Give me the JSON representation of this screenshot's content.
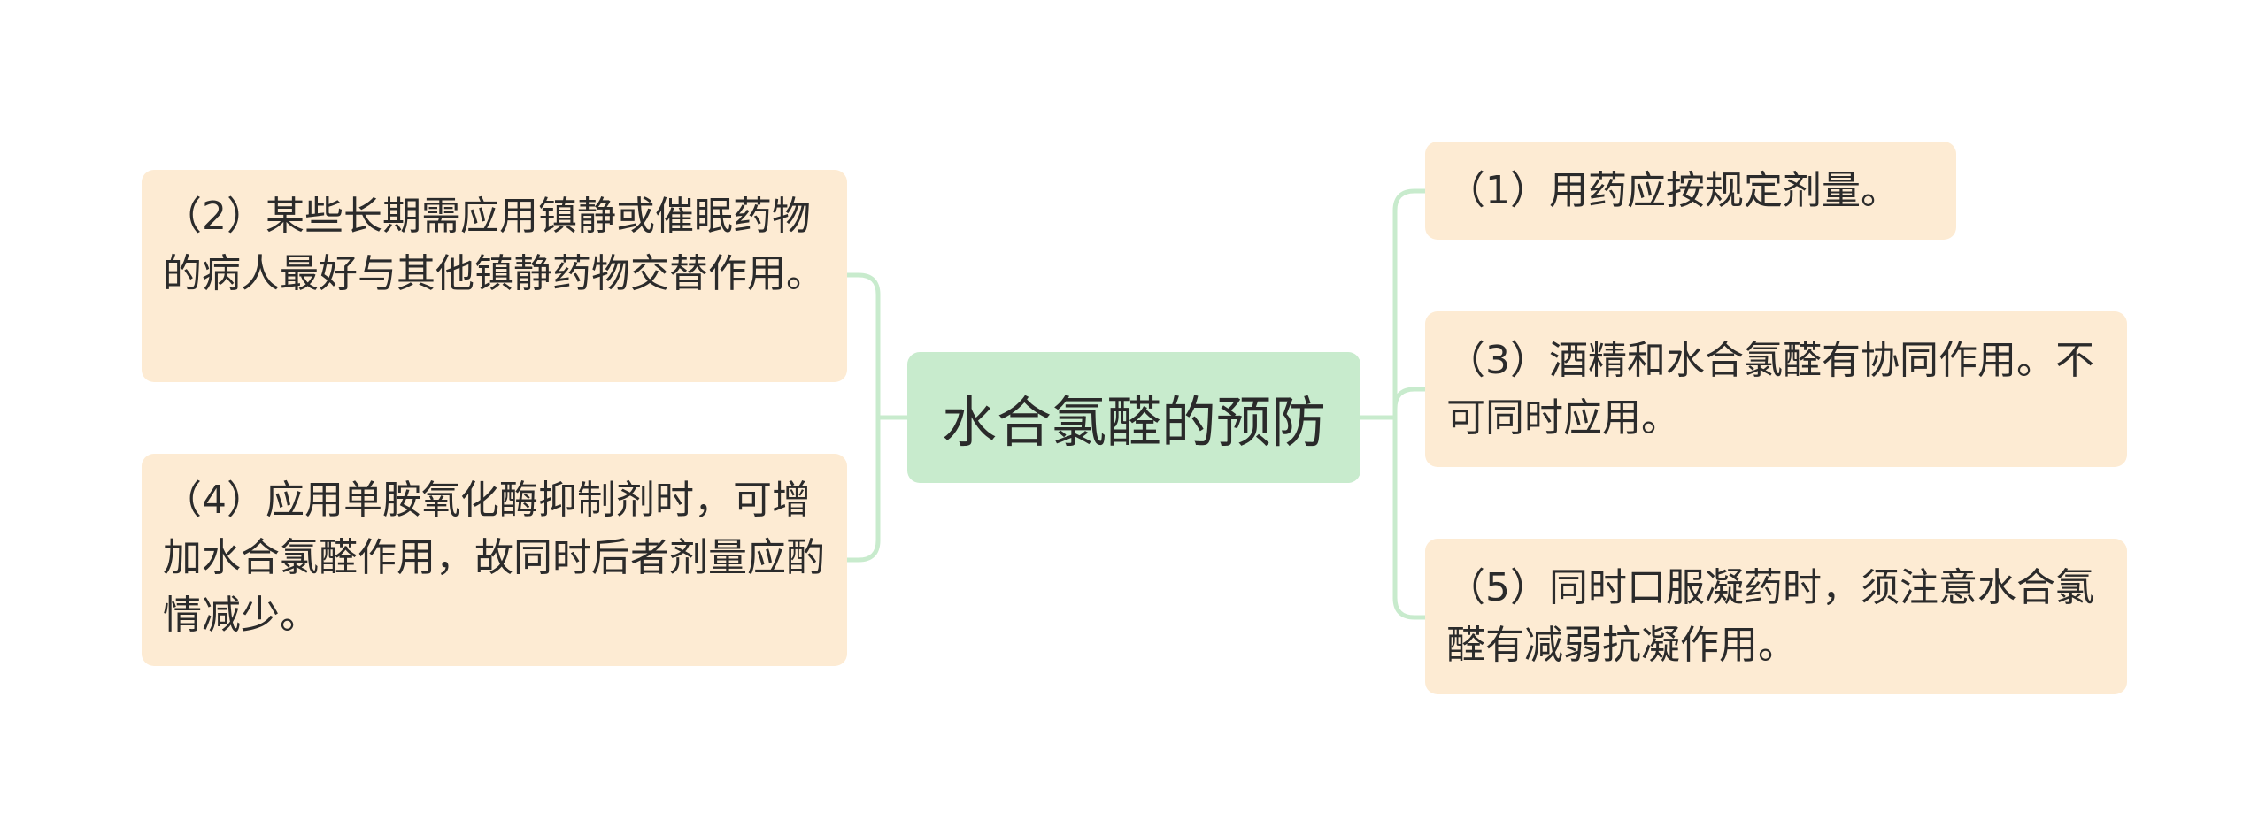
{
  "center": {
    "label": "水合氯醛的预防"
  },
  "left_branches": [
    {
      "label": "（2）某些长期需应用镇静或催眠药物的病人最好与其他镇静药物交替作用。"
    },
    {
      "label": "（4）应用单胺氧化酶抑制剂时，可增加水合氯醛作用，故同时后者剂量应酌情减少。"
    }
  ],
  "right_branches": [
    {
      "label": "（1）用药应按规定剂量。"
    },
    {
      "label": "（3）酒精和水合氯醛有协同作用。不可同时应用。"
    },
    {
      "label": "（5）同时口服凝药时，须注意水合氯醛有减弱抗凝作用。"
    }
  ],
  "colors": {
    "center_fill": "#c8ebcd",
    "leaf_fill": "#fdebd3",
    "connector": "#c8ebcd",
    "text": "#2b2b2b"
  }
}
